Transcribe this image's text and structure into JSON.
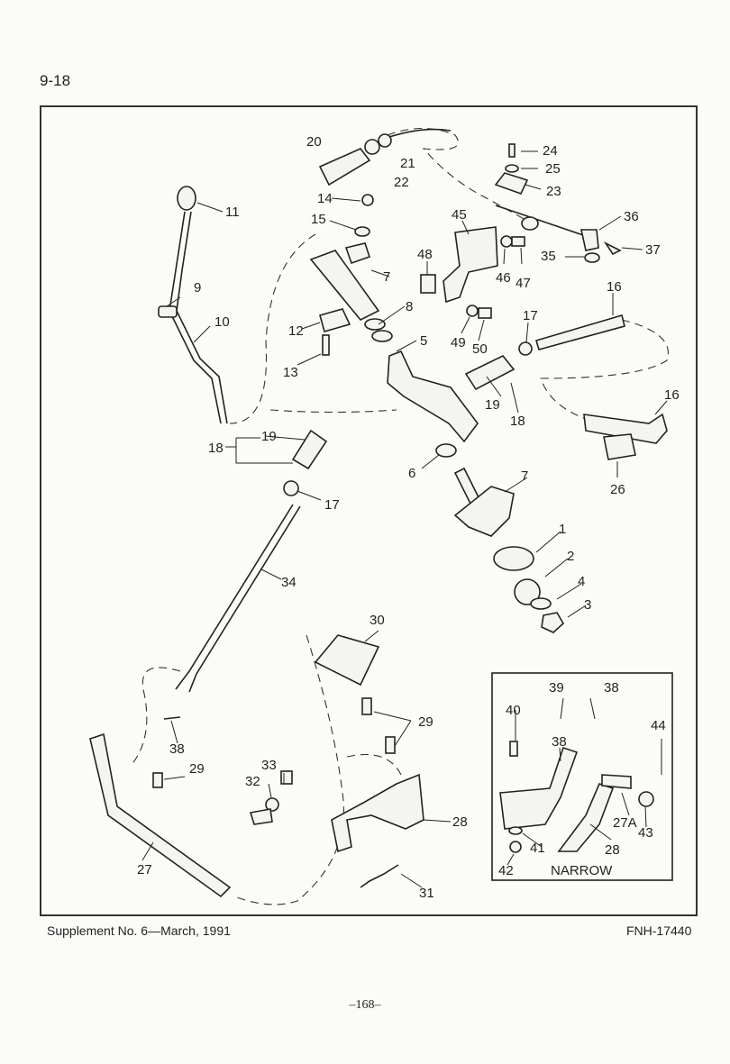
{
  "page": {
    "section": "9-18",
    "supplement": "Supplement No. 6—March, 1991",
    "code": "FNH-17440",
    "folio": "–168–"
  },
  "callouts": [
    "1",
    "2",
    "3",
    "4",
    "5",
    "6",
    "7",
    "7",
    "8",
    "9",
    "10",
    "11",
    "12",
    "13",
    "14",
    "15",
    "16",
    "16",
    "17",
    "17",
    "18",
    "18",
    "19",
    "19",
    "20",
    "21",
    "22",
    "23",
    "24",
    "25",
    "26",
    "27",
    "27A",
    "28",
    "28",
    "29",
    "29",
    "30",
    "31",
    "32",
    "33",
    "34",
    "35",
    "36",
    "37",
    "38",
    "38",
    "38",
    "39",
    "40",
    "41",
    "42",
    "43",
    "44",
    "45",
    "46",
    "47",
    "48",
    "49",
    "50"
  ],
  "inset": {
    "caption": "NARROW"
  }
}
